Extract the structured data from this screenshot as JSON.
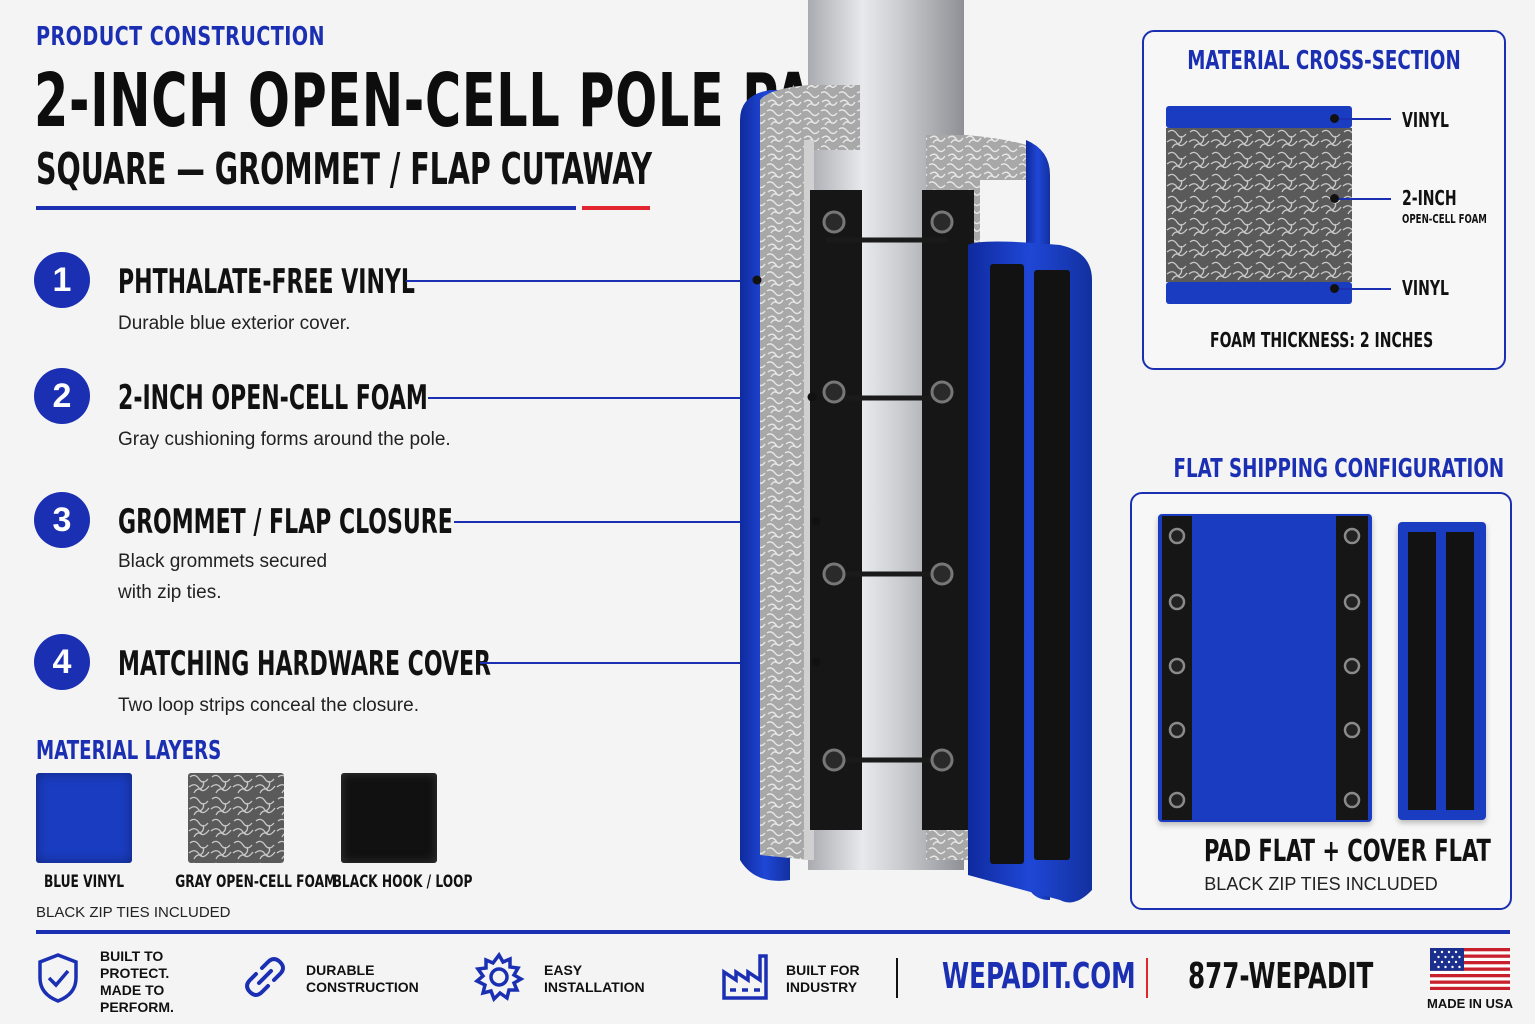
{
  "header": {
    "eyebrow": "PRODUCT CONSTRUCTION",
    "title": "2-INCH OPEN-CELL POLE PAD",
    "subtitle": "SQUARE — GROMMET / FLAP CUTAWAY"
  },
  "features": [
    {
      "number": "1",
      "title": "PHTHALATE-FREE VINYL",
      "desc": "Durable blue exterior cover."
    },
    {
      "number": "2",
      "title": "2-INCH OPEN-CELL FOAM",
      "desc": "Gray cushioning forms around the pole."
    },
    {
      "number": "3",
      "title": "GROMMET / FLAP CLOSURE",
      "desc_line1": "Black grommets secured",
      "desc_line2": "with zip ties."
    },
    {
      "number": "4",
      "title": "MATCHING HARDWARE COVER",
      "desc": "Two loop strips conceal the closure."
    }
  ],
  "layers": {
    "heading": "MATERIAL LAYERS",
    "items": [
      {
        "label": "BLUE VINYL",
        "color": "#1a3cc0"
      },
      {
        "label": "GRAY OPEN-CELL FOAM",
        "color": "#5c5c5c"
      },
      {
        "label": "BLACK HOOK / LOOP",
        "color": "#111111"
      }
    ],
    "note": "BLACK ZIP TIES INCLUDED"
  },
  "cross_section": {
    "heading": "MATERIAL CROSS-SECTION",
    "label_top": "VINYL",
    "label_mid": "2-INCH",
    "label_mid_sub": "OPEN-CELL FOAM",
    "label_bottom": "VINYL",
    "thickness": "FOAM THICKNESS: 2 INCHES"
  },
  "shipping": {
    "heading": "FLAT SHIPPING CONFIGURATION",
    "caption": "PAD FLAT + COVER FLAT",
    "note": "BLACK ZIP TIES INCLUDED"
  },
  "footer": {
    "badges": [
      {
        "icon": "shield-check-icon",
        "text": "BUILT TO\nPROTECT.\nMADE TO\nPERFORM."
      },
      {
        "icon": "chain-link-icon",
        "text": "DURABLE\nCONSTRUCTION"
      },
      {
        "icon": "gear-icon",
        "text": "EASY\nINSTALLATION"
      },
      {
        "icon": "factory-icon",
        "text": "BUILT FOR\nINDUSTRY"
      }
    ],
    "website": "WEPADIT.COM",
    "phone": "877-WEPADIT",
    "made_in": "MADE IN USA"
  },
  "colors": {
    "brand_blue": "#1b2fb3",
    "accent_red": "#e3262e",
    "vinyl_blue": "#1a3cc0"
  }
}
